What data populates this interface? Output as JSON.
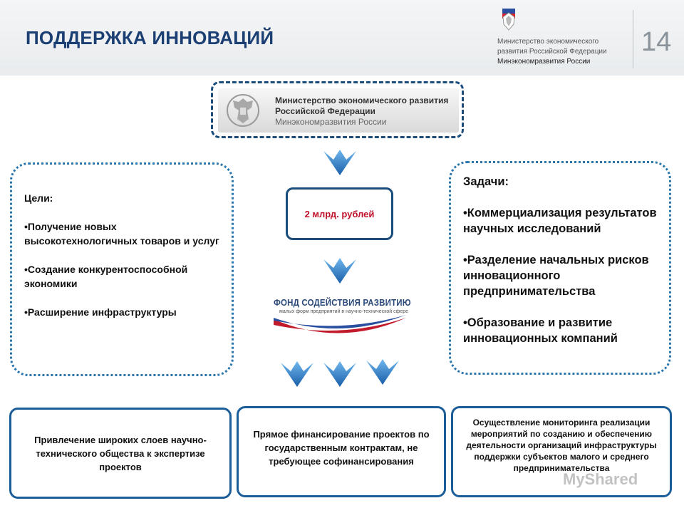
{
  "header": {
    "title": "ПОДДЕРЖКА ИННОВАЦИЙ",
    "ministry_line1": "Министерство экономического",
    "ministry_line2": "развития Российской Федерации",
    "ministry_short": "Минэкономразвития России",
    "page_number": "14"
  },
  "banner": {
    "line1": "Министерство экономического развития",
    "line2": "Российской Федерации",
    "line3": "Минэкономразвития России"
  },
  "goals": {
    "heading": "Цели:",
    "items": [
      "•Получение  новых высокотехнологичных  товаров и услуг",
      "•Создание конкурентоспособной экономики",
      "•Расширение  инфраструктуры"
    ]
  },
  "money": {
    "label": "2 млрд. рублей"
  },
  "fund": {
    "title": "ФОНД СОДЕЙСТВИЯ РАЗВИТИЮ",
    "subtitle": "малых форм предприятий в научно-технической сфере"
  },
  "tasks": {
    "heading": "Задачи:",
    "items": [
      "•Коммерциализация результатов научных исследований",
      "•Разделение начальных рисков инновационного предпринимательства",
      "•Образование и развитие инновационных компаний"
    ]
  },
  "bottom": [
    "Привлечение широких слоев научно-технического общества к экспертизе проектов",
    "Прямое финансирование проектов по государственным контрактам, не требующее софинансирования",
    "Осуществление мониторинга реализации  мероприятий по созданию и обеспечению деятельности организаций инфраструктуры поддержки субъектов малого и среднего предпринимательства"
  ],
  "watermark": "MyShared",
  "colors": {
    "title": "#1b3f73",
    "border": "#1a4d7c",
    "money": "#c0102a",
    "arrow": "#2a7fd0"
  }
}
